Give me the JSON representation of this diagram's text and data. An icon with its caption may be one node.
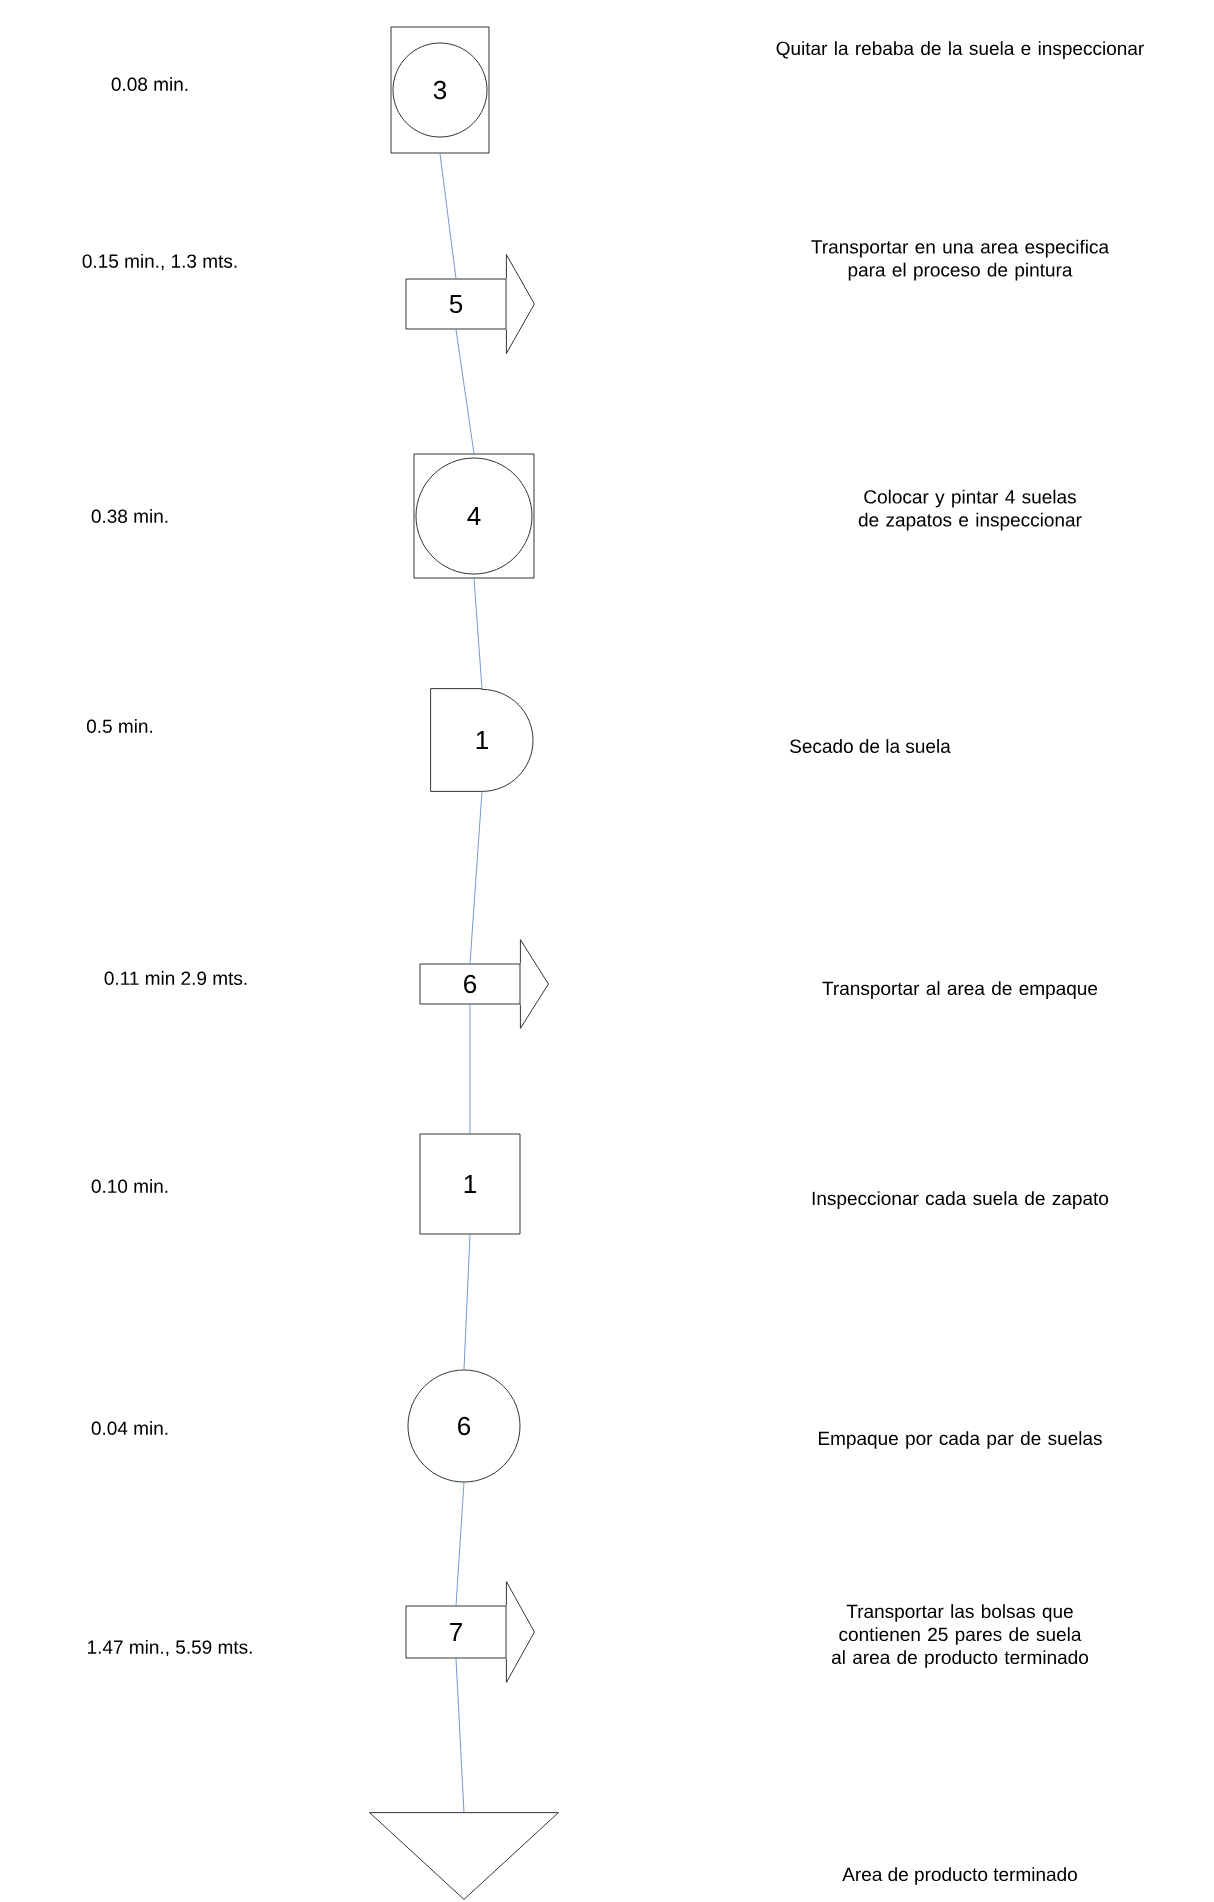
{
  "diagram": {
    "nodes": [
      {
        "text": [
          "3"
        ]
      },
      {
        "text": [
          "5"
        ]
      },
      {
        "text": [
          "4"
        ]
      },
      {
        "text": [
          "1"
        ]
      },
      {
        "text": [
          "6"
        ]
      },
      {
        "text": [
          "1"
        ]
      },
      {
        "text": [
          "6"
        ]
      },
      {
        "text": [
          "7"
        ]
      },
      {
        "text": [],
        "shape": "triangle"
      }
    ],
    "edges": [
      {
        "from": 0,
        "to": 1,
        "arrow": "none"
      },
      {
        "from": 1,
        "to": 2,
        "arrow": "none"
      },
      {
        "from": 2,
        "to": 3,
        "arrow": "none"
      },
      {
        "from": 3,
        "to": 4,
        "arrow": "none"
      },
      {
        "from": 4,
        "to": 5,
        "arrow": "none"
      },
      {
        "from": 5,
        "to": 6,
        "arrow": "none"
      },
      {
        "from": 6,
        "to": 7,
        "arrow": "none"
      },
      {
        "from": 7,
        "to": 8,
        "arrow": "none"
      }
    ],
    "labels": [
      "Quitar la rebaba de la suela e inspeccionar",
      "0.08 min.",
      "0.15 min., 1.3 mts.",
      "Transportar en una area especifica para el proceso de pintura",
      "0.38 min.",
      "Colocar y pintar 4 suelas de zapatos e inspeccionar",
      "0.5 min.",
      "Secado de la suela",
      "0.11 min 2.9 mts.",
      "Transportar al area de empaque",
      "0.10 min.",
      "Inspeccionar cada suela de zapato",
      "0.04 min.",
      "Empaque por cada par de suelas",
      "1.47 min., 5.59 mts.",
      "Transportar las bolsas que contienen 25 pares de suela al area de producto terminado",
      "Area de producto terminado"
    ]
  }
}
